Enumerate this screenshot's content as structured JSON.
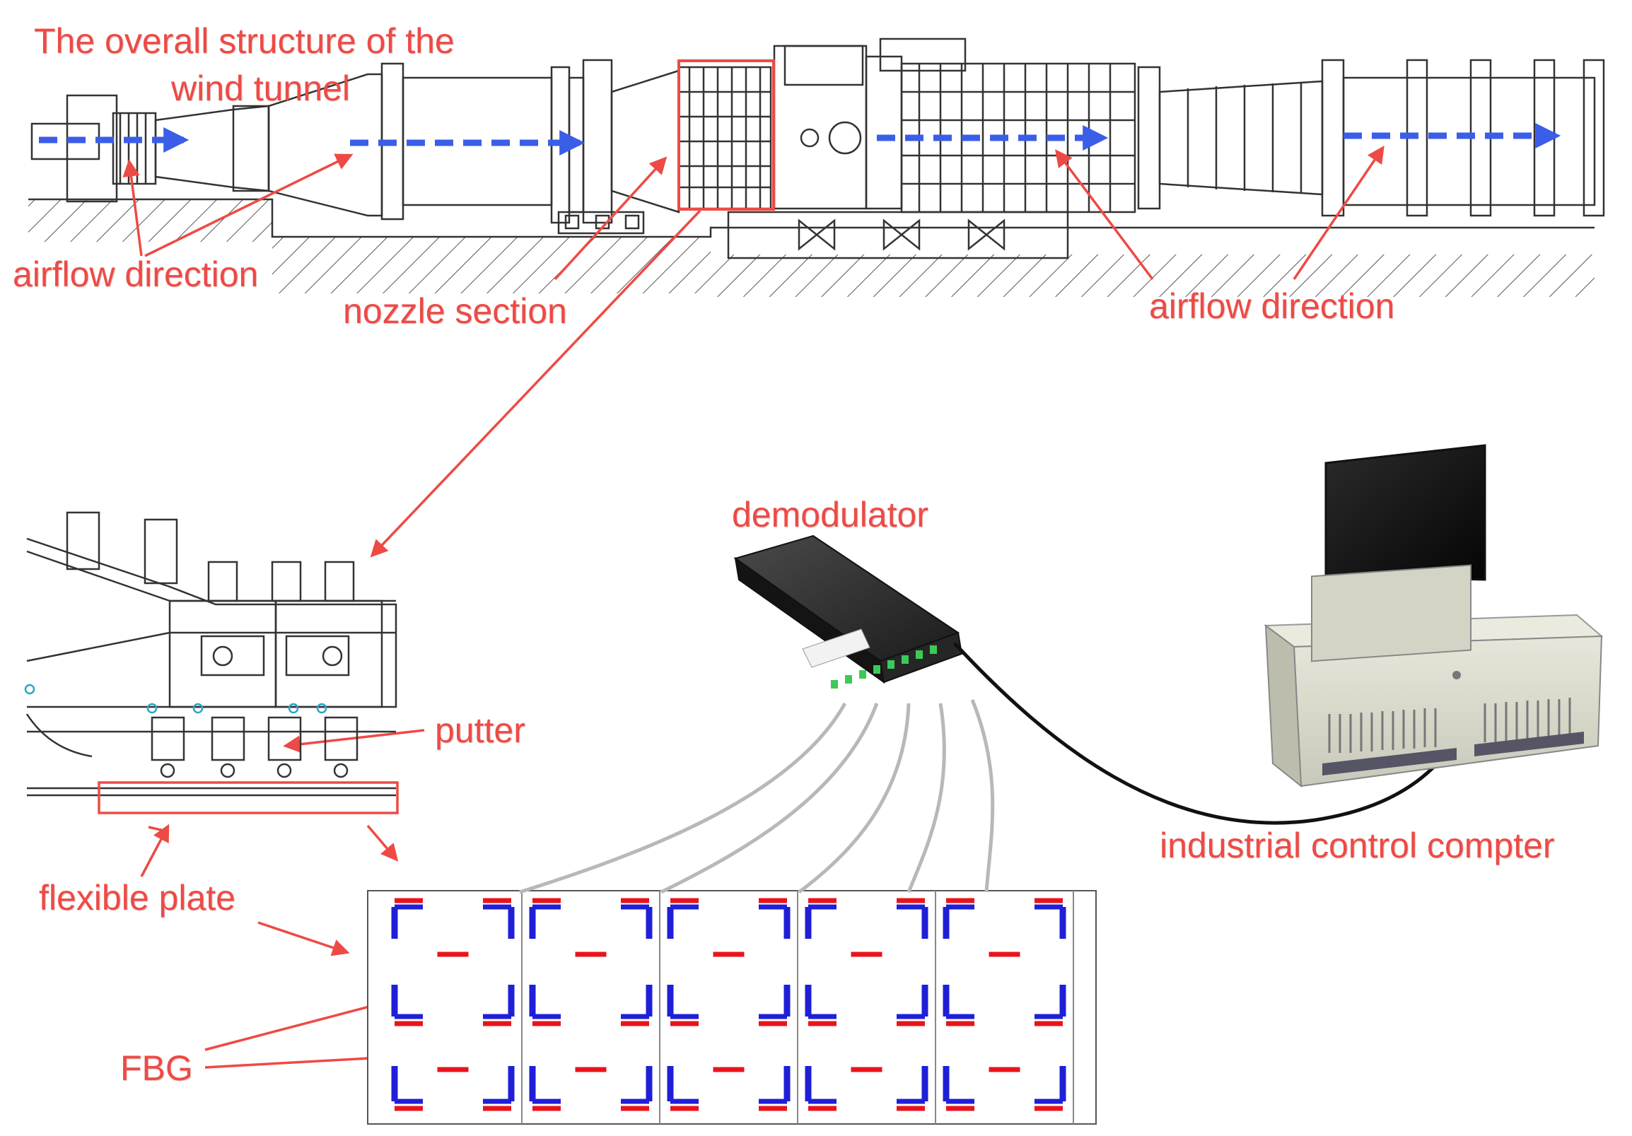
{
  "colors": {
    "label": "#ee4a45",
    "arrow": "#ee4a45",
    "airflow": "#3a5ee8",
    "drawing": "#333333",
    "fbg_red": "#e8141c",
    "fbg_blue": "#1f1fd8",
    "fiber": "#b8b8b8",
    "cable": "#111111",
    "demodulator_body": "#2a2a2a",
    "port_green": "#3cc95a",
    "computer_case": "#d6d6c8"
  },
  "labels": {
    "tunnel_title_line1": "The overall structure of the",
    "tunnel_title_line2": "wind tunnel",
    "airflow_left": "airflow direction",
    "airflow_right": "airflow direction",
    "nozzle_section": "nozzle section",
    "putter": "putter",
    "flexible_plate": "flexible plate",
    "fbg": "FBG",
    "demodulator": "demodulator",
    "industrial_computer": "industrial control compter"
  },
  "fbg_panel": {
    "module_count": 5,
    "center_sensor_modules": [
      1,
      3,
      5
    ]
  }
}
